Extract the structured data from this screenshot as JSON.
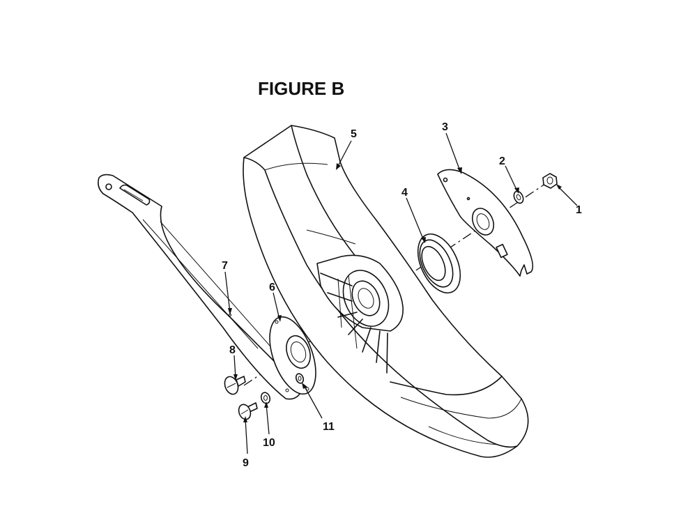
{
  "figure": {
    "title": "FIGURE B"
  },
  "callouts": {
    "c1": "1",
    "c2": "2",
    "c3": "3",
    "c4": "4",
    "c5": "5",
    "c6": "6",
    "c7": "7",
    "c8": "8",
    "c9": "9",
    "c10": "10",
    "c11": "11"
  }
}
